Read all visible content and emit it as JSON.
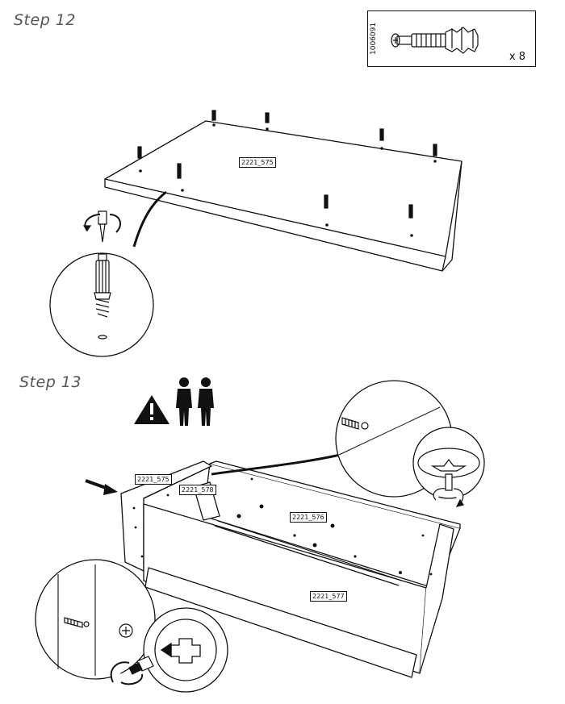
{
  "step12": {
    "title": "Step 12",
    "hardware": {
      "code": "1006091",
      "quantity": "x 8",
      "item": "cam-bolt-dowel"
    },
    "part_label": "2221_575"
  },
  "step13": {
    "title": "Step 13",
    "labels": {
      "left_panel": "2221_575",
      "inner_panel": "2221_578",
      "back_panel": "2221_576",
      "front_panel": "2221_577"
    }
  },
  "colors": {
    "ink": "#111111",
    "title": "#555555",
    "background": "#ffffff"
  }
}
